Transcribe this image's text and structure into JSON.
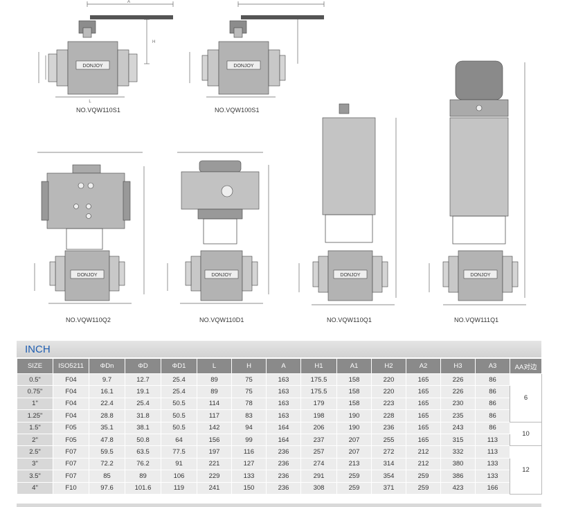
{
  "drawings": [
    {
      "id": "vqw110s1",
      "caption": "NO.VQW110S1"
    },
    {
      "id": "vqw100s1",
      "caption": "NO.VQW100S1"
    },
    {
      "id": "vqw110q2",
      "caption": "NO.VQW110Q2"
    },
    {
      "id": "vqw110d1",
      "caption": "NO.VQW110D1"
    },
    {
      "id": "vqw110q1",
      "caption": "NO.VQW110Q1"
    },
    {
      "id": "vqw111q1",
      "caption": "NO.VQW111Q1"
    }
  ],
  "dimension_labels": {
    "A": "A",
    "A1": "A1",
    "A2": "A2",
    "A3": "A3",
    "H": "H",
    "H1": "H1",
    "H2": "H2",
    "H3": "H3",
    "L": "L",
    "D1": "ΦD1",
    "Dn": "ΦDn",
    "D": "ΦD"
  },
  "brand_label": "DONJOY",
  "table": {
    "section_title": "INCH",
    "headers": [
      "SIZE",
      "ISO5211",
      "ΦDn",
      "ΦD",
      "ΦD1",
      "L",
      "H",
      "A",
      "H1",
      "A1",
      "H2",
      "A2",
      "H3",
      "A3",
      "AA对边"
    ],
    "rows": [
      [
        "0.5\"",
        "F04",
        "9.7",
        "12.7",
        "25.4",
        "89",
        "75",
        "163",
        "175.5",
        "158",
        "220",
        "165",
        "226",
        "86"
      ],
      [
        "0.75\"",
        "F04",
        "16.1",
        "19.1",
        "25.4",
        "89",
        "75",
        "163",
        "175.5",
        "158",
        "220",
        "165",
        "226",
        "86"
      ],
      [
        "1\"",
        "F04",
        "22.4",
        "25.4",
        "50.5",
        "114",
        "78",
        "163",
        "179",
        "158",
        "223",
        "165",
        "230",
        "86"
      ],
      [
        "1.25\"",
        "F04",
        "28.8",
        "31.8",
        "50.5",
        "117",
        "83",
        "163",
        "198",
        "190",
        "228",
        "165",
        "235",
        "86"
      ],
      [
        "1.5\"",
        "F05",
        "35.1",
        "38.1",
        "50.5",
        "142",
        "94",
        "164",
        "206",
        "190",
        "236",
        "165",
        "243",
        "86"
      ],
      [
        "2\"",
        "F05",
        "47.8",
        "50.8",
        "64",
        "156",
        "99",
        "164",
        "237",
        "207",
        "255",
        "165",
        "315",
        "113"
      ],
      [
        "2.5\"",
        "F07",
        "59.5",
        "63.5",
        "77.5",
        "197",
        "116",
        "236",
        "257",
        "207",
        "272",
        "212",
        "332",
        "113"
      ],
      [
        "3\"",
        "F07",
        "72.2",
        "76.2",
        "91",
        "221",
        "127",
        "236",
        "274",
        "213",
        "314",
        "212",
        "380",
        "133"
      ],
      [
        "3.5\"",
        "F07",
        "85",
        "89",
        "106",
        "229",
        "133",
        "236",
        "291",
        "259",
        "354",
        "259",
        "386",
        "133"
      ],
      [
        "4\"",
        "F10",
        "97.6",
        "101.6",
        "119",
        "241",
        "150",
        "236",
        "308",
        "259",
        "371",
        "259",
        "423",
        "166"
      ]
    ],
    "aa_groups": [
      {
        "value": "6",
        "span": 4
      },
      {
        "value": "10",
        "span": 2
      },
      {
        "value": "12",
        "span": 4
      }
    ]
  },
  "colors": {
    "accent_title": "#1e5db0",
    "header_bg": "#8a8a8a",
    "cell_bg": "#ececec",
    "drawing_gray": "#9a9a9a"
  }
}
